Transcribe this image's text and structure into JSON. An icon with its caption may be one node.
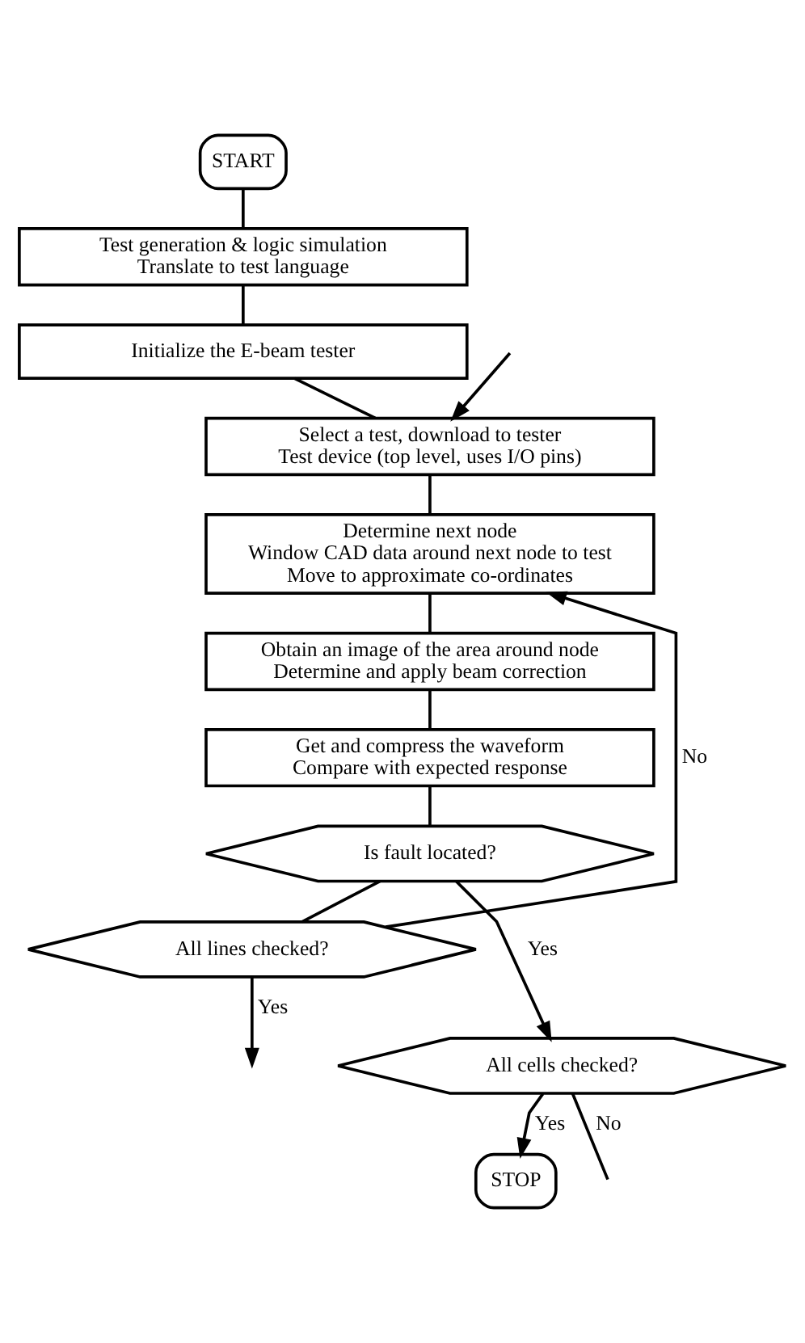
{
  "diagram": {
    "nodes": [
      {
        "text": [
          "START"
        ]
      },
      {
        "text": [
          "Test generation & logic simulation",
          "Translate to test language"
        ]
      },
      {
        "text": [
          "Initialize the E-beam tester"
        ]
      },
      {
        "text": [
          "Select a test, download to tester",
          "Test device (top level, uses I/O pins)"
        ]
      },
      {
        "text": [
          "Determine next node",
          "Window CAD data around next node to test",
          "Move to approximate co-ordinates"
        ]
      },
      {
        "text": [
          "Obtain an image of the area around node",
          "Determine and apply beam correction"
        ]
      },
      {
        "text": [
          "Get and compress the waveform",
          "Compare with expected response"
        ]
      },
      {
        "text": [
          "Is fault located?"
        ]
      },
      {
        "text": [
          "All lines checked?"
        ]
      },
      {
        "text": [
          "All cells checked?"
        ]
      },
      {
        "text": [
          "STOP"
        ]
      }
    ],
    "edges": [
      {
        "from": 0,
        "to": 1,
        "arrow": "none"
      },
      {
        "from": 1,
        "to": 2,
        "arrow": "none"
      },
      {
        "from": 2,
        "to": 3,
        "arrow": "none"
      },
      {
        "from": null,
        "to": 3,
        "arrow": "to"
      },
      {
        "from": 3,
        "to": 4,
        "arrow": "none"
      },
      {
        "from": 8,
        "to": 4,
        "arrow": "to",
        "label": "No"
      },
      {
        "from": 4,
        "to": 5,
        "arrow": "none"
      },
      {
        "from": 5,
        "to": 6,
        "arrow": "none"
      },
      {
        "from": 6,
        "to": 7,
        "arrow": "none"
      },
      {
        "from": 7,
        "to": 8,
        "arrow": "none"
      },
      {
        "from": 7,
        "to": 9,
        "arrow": "to",
        "label": "Yes"
      },
      {
        "from": 8,
        "to": null,
        "arrow": "to",
        "label": "Yes"
      },
      {
        "from": 9,
        "to": null,
        "arrow": "none",
        "label": "No"
      },
      {
        "from": 9,
        "to": 10,
        "arrow": "to",
        "label": "Yes"
      }
    ]
  }
}
